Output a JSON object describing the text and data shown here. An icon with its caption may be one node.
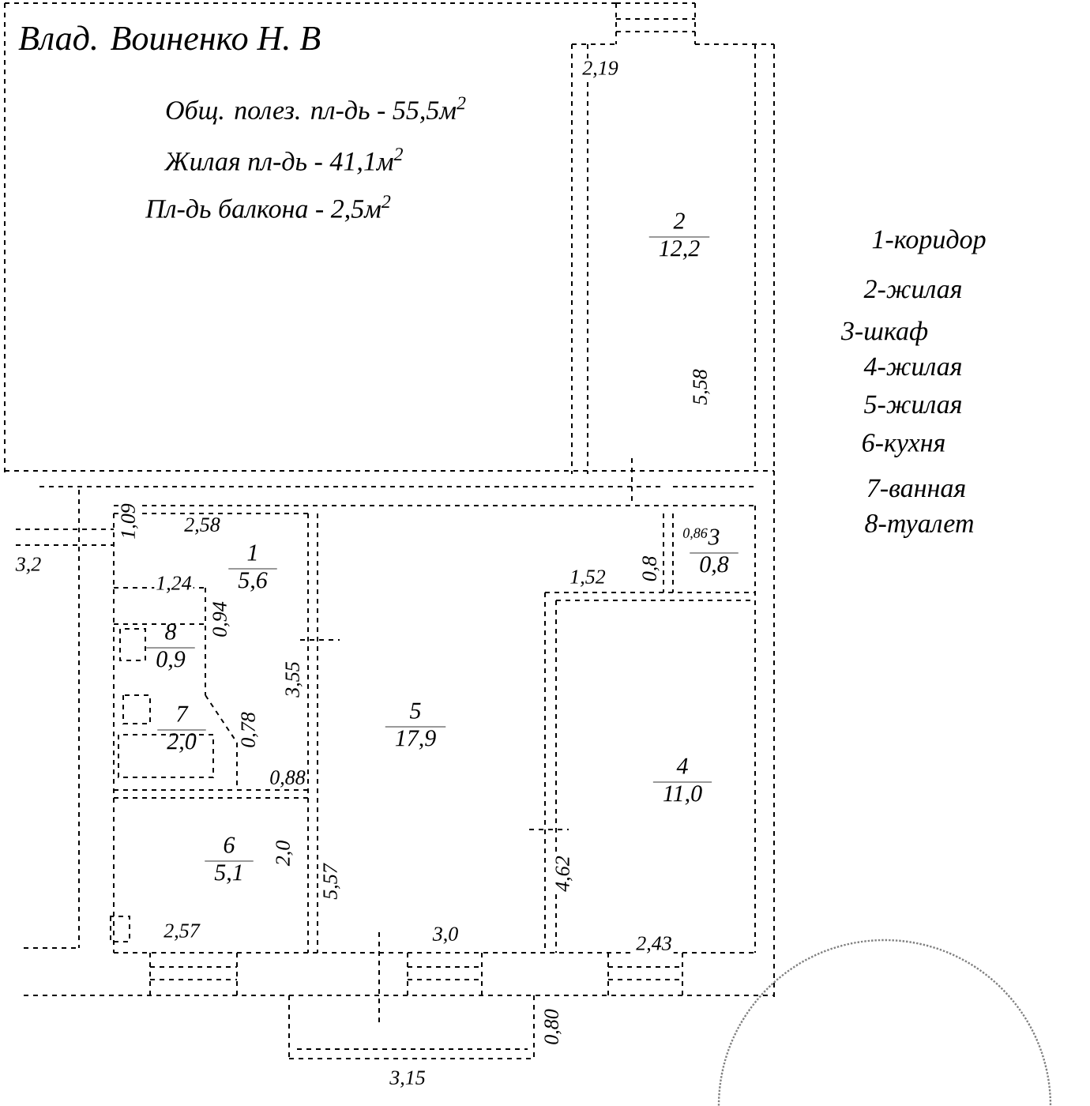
{
  "diagram": {
    "title": "Влад. Воиненко Н. В",
    "nodes": [
      {
        "text": [
          "2",
          "12,2"
        ]
      },
      {
        "text": [
          "1",
          "5,6"
        ]
      },
      {
        "text": [
          "8",
          "0,9"
        ]
      },
      {
        "text": [
          "7",
          "2,0"
        ]
      },
      {
        "text": [
          "5",
          "17,9"
        ]
      },
      {
        "text": [
          "3",
          "0,8"
        ]
      },
      {
        "text": [
          "4",
          "11,0"
        ]
      },
      {
        "text": [
          "6",
          "5,1"
        ]
      }
    ],
    "labels": [
      "Общ. полез. пл-дь - 55,5м$^{2}$",
      "Жилая пл-дь - 41,1м$^{2}$",
      "Пл-дь балкона - 2,5м$^{2}$",
      "2,19",
      "1-коридор",
      "2-жилая",
      "3-шкаф",
      "4-жилая",
      "5-жилая",
      "6-кухня",
      "7-ванная",
      "8-туалет",
      "5,58",
      "1,09",
      "2,58",
      "3,2",
      "1,24",
      "0,94",
      "3,55",
      "0,78",
      "0,88",
      "0,86",
      "1,52",
      "0,8",
      "2,0",
      "5,57",
      "4,62",
      "2,57",
      "3,0",
      "2,43",
      "0,80",
      "3,15"
    ]
  }
}
